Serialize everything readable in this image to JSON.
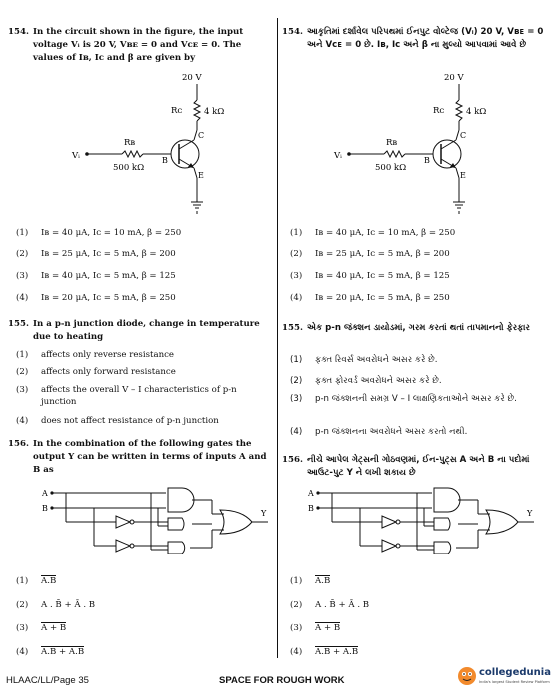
{
  "q154": {
    "num": "154.",
    "en_stem": "In the circuit shown in the figure, the input voltage Vᵢ is 20 V, Vʙᴇ = 0 and Vᴄᴇ = 0. The values of Iʙ, Iᴄ and β are given by",
    "gu_stem": "આકૃતિમાં દર્શાવેલ પરિપથમાં ઈનપુટ વોલ્ટેજ (Vᵢ) 20 V, Vʙᴇ = 0 અને Vᴄᴇ = 0 છે. Iʙ, Iᴄ અને β ના મુલ્યો આપવામાં આવે છે",
    "circuit": {
      "supply": "20 V",
      "rc_label": "Rᴄ",
      "rc_value": "4 kΩ",
      "rb_label": "Rʙ",
      "rb_value": "500 kΩ",
      "vi": "Vᵢ",
      "b": "B",
      "c": "C",
      "e": "E"
    },
    "options": [
      {
        "n": "(1)",
        "t": "Iʙ = 40 μA, Iᴄ = 10 mA, β = 250"
      },
      {
        "n": "(2)",
        "t": "Iʙ = 25 μA, Iᴄ = 5 mA, β = 200"
      },
      {
        "n": "(3)",
        "t": "Iʙ = 40 μA, Iᴄ = 5 mA, β = 125"
      },
      {
        "n": "(4)",
        "t": "Iʙ = 20 μA, Iᴄ = 5 mA, β = 250"
      }
    ]
  },
  "q155": {
    "num": "155.",
    "en_stem": "In a p-n junction diode, change in temperature due to heating",
    "gu_stem": "એક p-n જંક્શન ડાયોડમાં, ગરમ કરતાં થતાં તાપમાનનો ફેરફાર",
    "en_options": [
      {
        "n": "(1)",
        "t": "affects only reverse resistance"
      },
      {
        "n": "(2)",
        "t": "affects only forward resistance"
      },
      {
        "n": "(3)",
        "t": "affects the overall V – I characteristics of p-n junction"
      },
      {
        "n": "(4)",
        "t": "does not affect resistance of p-n junction"
      }
    ],
    "gu_options": [
      {
        "n": "(1)",
        "t": "ફક્ત રિવર્સ અવરોધને અસર કરે છે."
      },
      {
        "n": "(2)",
        "t": "ફક્ત ફોરવર્ડ અવરોધને અસર કરે છે."
      },
      {
        "n": "(3)",
        "t": "p-n જંક્શનની સમગ્ર V – I લાક્ષણિકતાઓને અસર કરે છે."
      },
      {
        "n": "(4)",
        "t": "p-n જંક્શનના અવરોધને અસર કરતો નથી."
      }
    ]
  },
  "q156": {
    "num": "156.",
    "en_stem": "In the combination of the following gates the output Y can be written in terms of inputs A and B as",
    "gu_stem": "નીચે આપેલ ગેટ્સની ગોઠવણમાં, ઈન-પુટ્સ A અને B ના પદોમાં આઉટ-પુટ Y ને લખી શકાય છે",
    "gates": {
      "a": "A",
      "b": "B",
      "y": "Y"
    },
    "options": [
      {
        "n": "(1)",
        "t": "A.B"
      },
      {
        "n": "(2)",
        "t": "A . B̄ + Ā . B"
      },
      {
        "n": "(3)",
        "t": "A + B"
      },
      {
        "n": "(4)",
        "t": "A.B + A.B"
      }
    ]
  },
  "footer": {
    "left": "HLAAC/LL/Page 35",
    "middle": "SPACE FOR ROUGH WORK",
    "brand": "collegedunia",
    "brand_sub": "India's largest Student Review Platform"
  }
}
